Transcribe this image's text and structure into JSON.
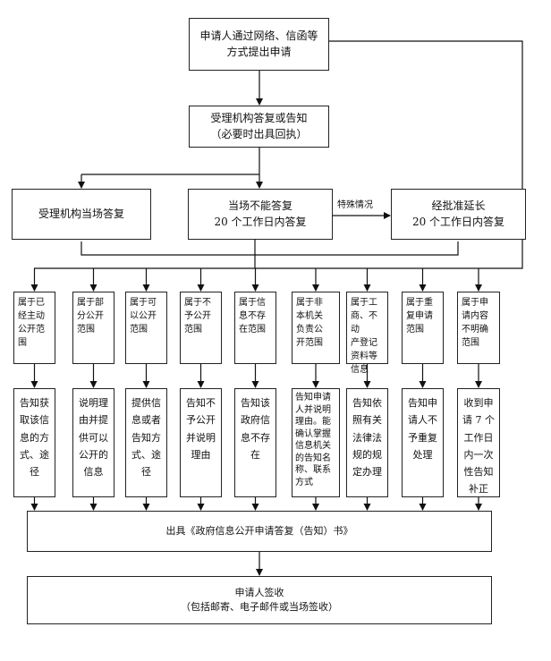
{
  "start": "申请人通过网络、信函等\n方式提出申请",
  "accept": "受理机构答复或告知\n（必要时出具回执）",
  "reply_now": "受理机构当场答复",
  "reply_later": "当场不能答复\n20 个工作日内答复",
  "special_case": "特殊情况",
  "extend": "经批准延长\n20 个工作日内答复",
  "categories": [
    "属于已\n经主动\n公开范\n围",
    "属于部\n分公开\n范围",
    "属于可\n以公开\n范围",
    "属于不\n予公开\n范围",
    "属于信\n息不存\n在范围",
    "属于非\n本机关\n负责公\n开范围",
    "属于工\n商、不动\n产登记\n资料等\n信息",
    "属于重\n复申请\n范围",
    "属于申\n请内容\n不明确\n范围"
  ],
  "results": [
    "告知获\n取该信\n息的方\n式、途径",
    "说明理\n由并提\n供可以\n公开的\n信息",
    "提供信\n息或者\n告知方\n式、途径",
    "告知不\n予公开\n并说明\n理由",
    "告知该\n政府信\n息不存\n在",
    "告知申请人并说明理由。能确认掌握信息机关的告知名称、联系方式",
    "告知依\n照有关\n法律法\n规的规\n定办理",
    "告知申\n请人不\n予重复\n处理",
    "收到申\n请 7 个\n工作日\n内一次\n性告知\n补正"
  ],
  "issue": "出具《政府信息公开申请答复（告知）书》",
  "receipt_title": "申请人签收",
  "receipt_note": "（包括邮寄、电子邮件或当场签收）"
}
